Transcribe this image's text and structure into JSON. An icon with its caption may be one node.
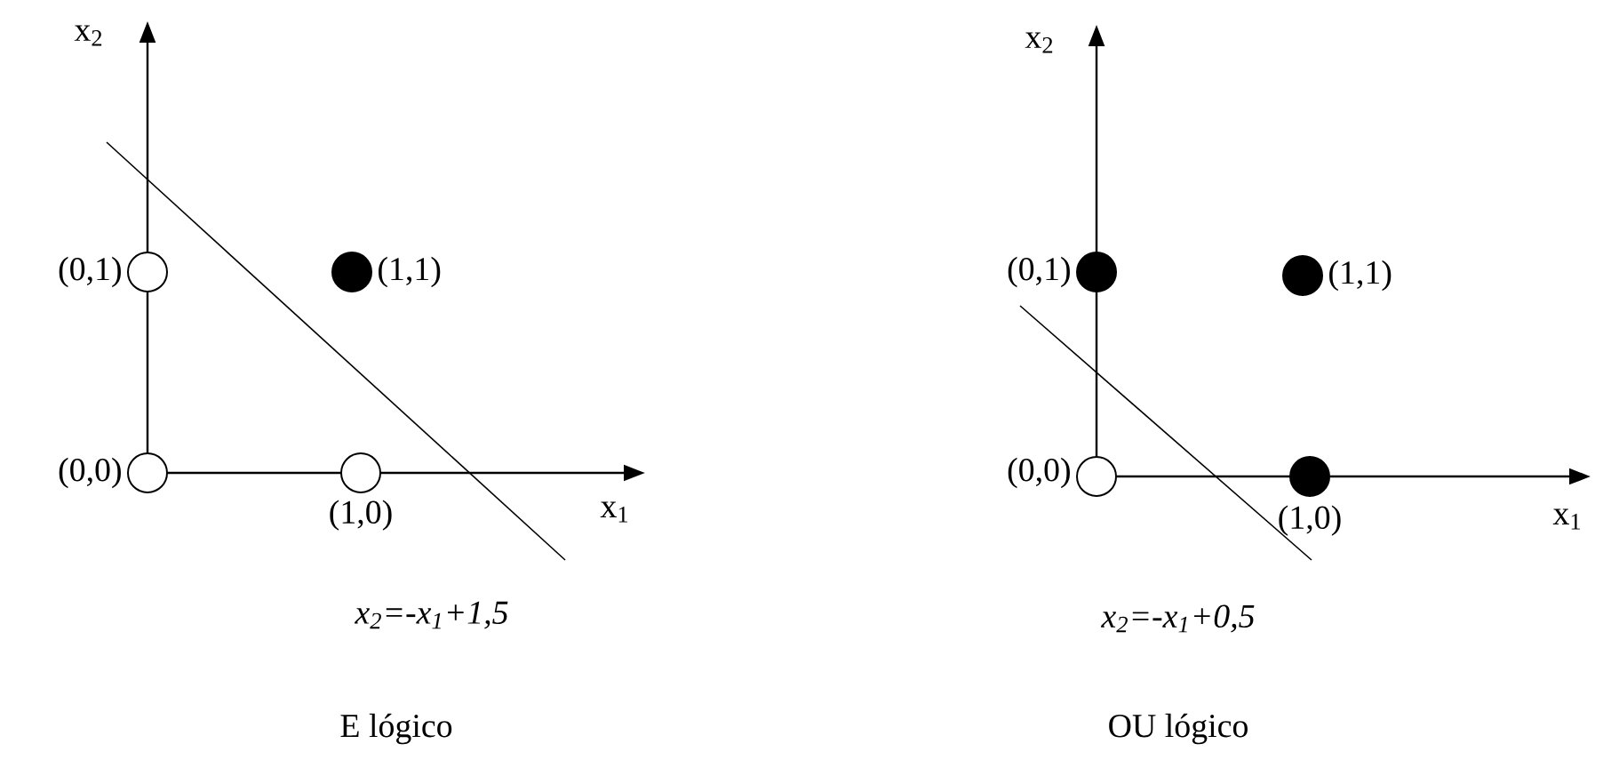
{
  "diagram": {
    "nodes": [
      {
        "text": [],
        "shape": "circle",
        "beside": [
          "(0,1)"
        ]
      },
      {
        "text": [],
        "shape": "dot",
        "beside": [
          "(1,1)"
        ]
      },
      {
        "text": [],
        "shape": "circle",
        "beside": [
          "(0,0)"
        ]
      },
      {
        "text": [],
        "shape": "circle",
        "beside": [
          "(1,0)"
        ]
      },
      {
        "text": [],
        "shape": "dot",
        "beside": [
          "(0,1)"
        ]
      },
      {
        "text": [],
        "shape": "dot",
        "beside": [
          "(1,1)"
        ]
      },
      {
        "text": [],
        "shape": "circle",
        "beside": [
          "(0,0)"
        ]
      },
      {
        "text": [],
        "shape": "dot",
        "beside": [
          "(1,0)"
        ]
      }
    ],
    "labels": [
      "x$_{2}$",
      "x$_{2}$",
      "x$_{1}$",
      "x$_{1}$",
      "x$_{2}$=-x$_{1}$+1,5",
      "x$_{2}$=-x$_{1}$+0,5",
      "E lógico",
      "OU lógico"
    ]
  }
}
